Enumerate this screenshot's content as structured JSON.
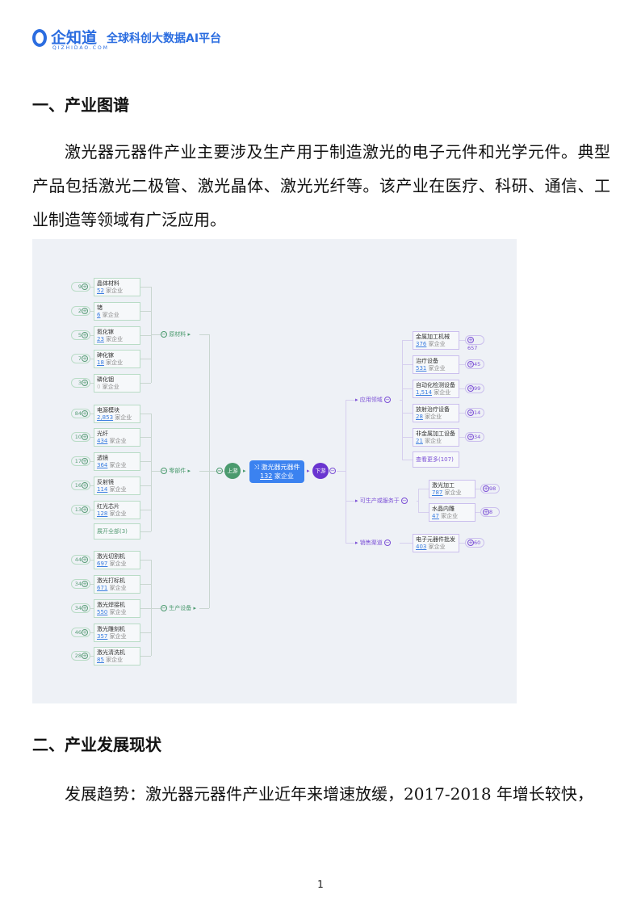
{
  "header": {
    "logo_name": "企知道",
    "logo_domain": "QIZHIDAO.COM",
    "slogan": "全球科创大数据AI平台"
  },
  "section1": {
    "title": "一、产业图谱",
    "paragraph": "激光器元器件产业主要涉及生产用于制造激光的电子元件和光学元件。典型产品包括激光二极管、激光晶体、激光光纤等。该产业在医疗、科研、通信、工业制造等领域有广泛应用。"
  },
  "diagram": {
    "center": {
      "name": "激光器元器件",
      "count": "132",
      "unit": "家企业"
    },
    "upstream_label": "上游",
    "downstream_label": "下游",
    "unit": "家企业",
    "upstream": [
      {
        "label": "原材料",
        "items": [
          {
            "name": "晶体材料",
            "count": "52",
            "badge": "9"
          },
          {
            "name": "锗",
            "count": "6",
            "badge": "2"
          },
          {
            "name": "氮化镓",
            "count": "23",
            "badge": "5"
          },
          {
            "name": "砷化镓",
            "count": "18",
            "badge": "7"
          },
          {
            "name": "磷化铟",
            "count": "0",
            "badge": "3"
          }
        ]
      },
      {
        "label": "零部件",
        "items": [
          {
            "name": "电源模块",
            "count": "2,853",
            "badge": "84"
          },
          {
            "name": "光纤",
            "count": "434",
            "badge": "10"
          },
          {
            "name": "透镜",
            "count": "364",
            "badge": "17"
          },
          {
            "name": "反射镜",
            "count": "114",
            "badge": "16"
          },
          {
            "name": "红光芯片",
            "count": "128",
            "badge": "13"
          }
        ],
        "more": "展开全部(3)"
      },
      {
        "label": "生产设备",
        "items": [
          {
            "name": "激光切割机",
            "count": "697",
            "badge": "44"
          },
          {
            "name": "激光打标机",
            "count": "671",
            "badge": "34"
          },
          {
            "name": "激光焊接机",
            "count": "550",
            "badge": "34"
          },
          {
            "name": "激光雕刻机",
            "count": "357",
            "badge": "46"
          },
          {
            "name": "激光清洗机",
            "count": "85",
            "badge": "28"
          }
        ]
      }
    ],
    "downstream": [
      {
        "label": "应用领域",
        "items": [
          {
            "name": "金属加工机械",
            "count": "376",
            "badge": "657"
          },
          {
            "name": "治疗设备",
            "count": "531",
            "badge": "45"
          },
          {
            "name": "自动化检测设备",
            "count": "1,514",
            "badge": "99"
          },
          {
            "name": "放射治疗设备",
            "count": "28",
            "badge": "14"
          },
          {
            "name": "非金属加工设备",
            "count": "21",
            "badge": "34"
          }
        ],
        "more": "查看更多(107)"
      },
      {
        "label": "可生产或服务于",
        "items": [
          {
            "name": "激光加工",
            "count": "787",
            "badge": "98"
          },
          {
            "name": "水晶内雕",
            "count": "47",
            "badge": "8"
          }
        ]
      },
      {
        "label": "销售渠道",
        "items": [
          {
            "name": "电子元器件批发",
            "count": "403",
            "badge": "60"
          }
        ]
      }
    ]
  },
  "section2": {
    "title": "二、产业发展现状",
    "paragraph": "发展趋势：激光器元器件产业近年来增速放缓，2017-2018 年增长较快，"
  },
  "page_number": "1",
  "colors": {
    "brand": "#2b6de0",
    "upstream": "#4b9a6e",
    "downstream": "#7b4fd6",
    "center": "#3b82f0"
  }
}
